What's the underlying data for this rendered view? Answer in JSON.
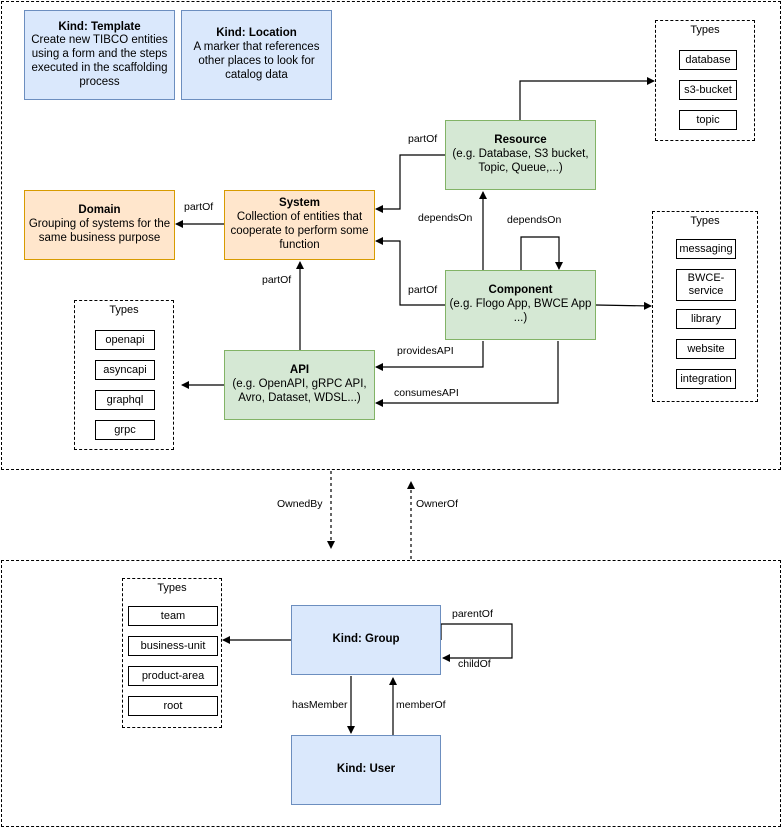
{
  "top": {
    "template": {
      "title": "Kind: Template",
      "desc": "Create new TIBCO entities using a form and the steps executed in the scaffolding process"
    },
    "location": {
      "title": "Kind: Location",
      "desc": "A marker that references other places to look for catalog data"
    },
    "domain": {
      "title": "Domain",
      "desc": "Grouping of systems for the same business purpose"
    },
    "system": {
      "title": "System",
      "desc": "Collection of entities that cooperate to perform some function"
    },
    "resource": {
      "title": "Resource",
      "desc": "(e.g. Database, S3 bucket, Topic, Queue,...)"
    },
    "component": {
      "title": "Component",
      "desc": "(e.g. Flogo App, BWCE App ...)"
    },
    "api": {
      "title": "API",
      "desc": "(e.g. OpenAPI, gRPC API, Avro, Dataset, WDSL...)"
    },
    "resource_types": {
      "title": "Types",
      "items": [
        "database",
        "s3-bucket",
        "topic"
      ]
    },
    "component_types": {
      "title": "Types",
      "items": [
        "messaging",
        "BWCE-service",
        "library",
        "website",
        "integration"
      ]
    },
    "api_types": {
      "title": "Types",
      "items": [
        "openapi",
        "asyncapi",
        "graphql",
        "grpc"
      ]
    }
  },
  "bottom": {
    "group": {
      "title": "Kind: Group"
    },
    "user": {
      "title": "Kind: User"
    },
    "group_types": {
      "title": "Types",
      "items": [
        "team",
        "business-unit",
        "product-area",
        "root"
      ]
    }
  },
  "edges": {
    "system_domain": "partOf",
    "resource_system": "partOf",
    "component_system": "partOf",
    "component_resource": "dependsOn",
    "component_self": "dependsOn",
    "api_system": "partOf",
    "provides": "providesAPI",
    "consumes": "consumesAPI",
    "owned_by": "OwnedBy",
    "owner_of": "OwnerOf",
    "parent_of": "parentOf",
    "child_of": "childOf",
    "has_member": "hasMember",
    "member_of": "memberOf"
  }
}
